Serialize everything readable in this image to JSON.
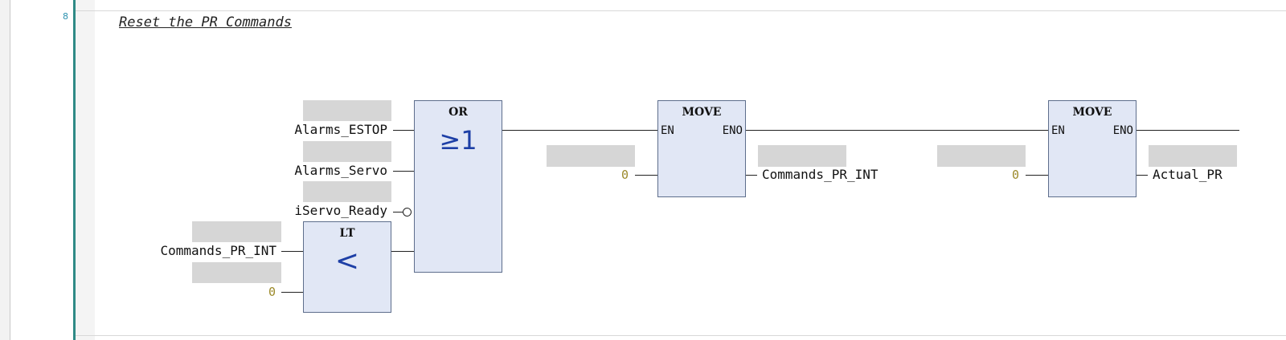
{
  "network": {
    "number": "8",
    "comment": "Reset the PR Commands"
  },
  "or_block": {
    "title": "OR",
    "symbol": "≥1",
    "inputs": [
      "Alarms_ESTOP",
      "Alarms_Servo",
      "iServo_Ready"
    ],
    "negated_input": "iServo_Ready"
  },
  "lt_block": {
    "title": "LT",
    "symbol": "<",
    "in1": "Commands_PR_INT",
    "in2": "0"
  },
  "move1": {
    "title": "MOVE",
    "en": "EN",
    "eno": "ENO",
    "input": "0",
    "output": "Commands_PR_INT"
  },
  "move2": {
    "title": "MOVE",
    "en": "EN",
    "eno": "ENO",
    "input": "0",
    "output": "Actual_PR"
  },
  "colors": {
    "block_fill": "#e1e7f5",
    "block_border": "#5e6e8c",
    "symbol": "#1d3fa6",
    "constant": "#9c8a2a",
    "gutter_bar": "#2f8a86",
    "placeholder": "#d6d6d6"
  }
}
